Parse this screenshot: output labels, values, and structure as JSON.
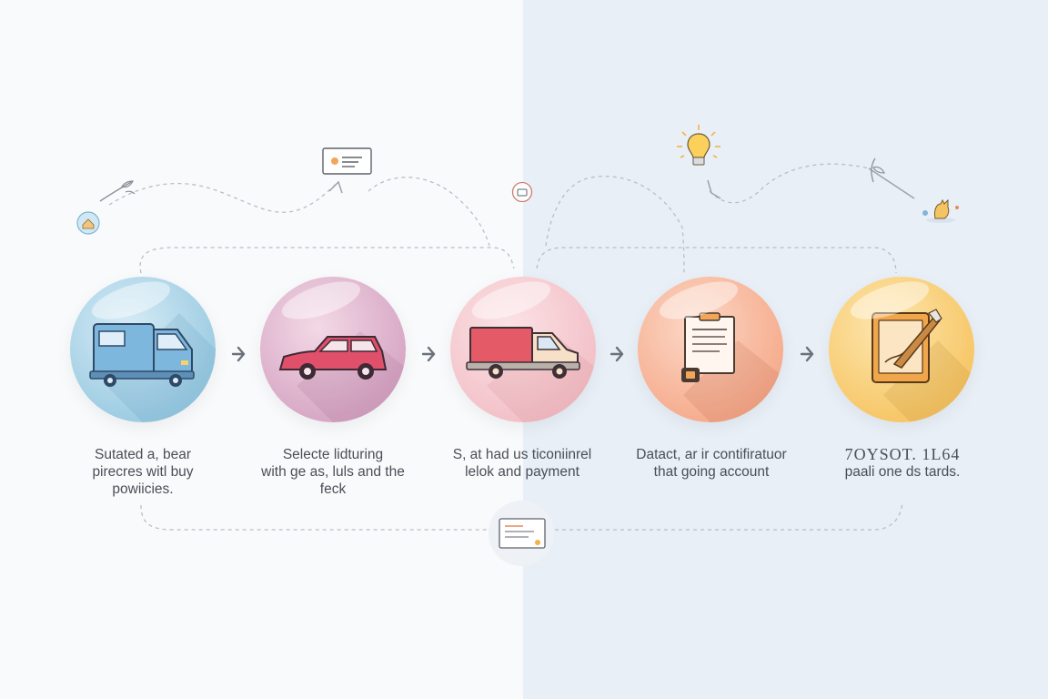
{
  "steps": [
    {
      "lines": [
        "Sutated a, bear",
        "pirecres witl buy",
        "powiicies."
      ],
      "icon": "van-icon",
      "color": "#9fcde3"
    },
    {
      "lines": [
        "Selecte lidturing",
        "with ge as, luls and the",
        "feck"
      ],
      "icon": "car-icon",
      "color": "#d8a9c6"
    },
    {
      "lines": [
        "S, at had us ticoniinrel",
        "lelok and payment"
      ],
      "icon": "truck-icon",
      "color": "#f3c2c9"
    },
    {
      "lines": [
        "Datact, ar ir contifiratuor",
        "that going account"
      ],
      "icon": "clipboard-icon",
      "color": "#f6ae90"
    },
    {
      "lines": [
        "7OYSOT. 1L64",
        "paali one ds tards."
      ],
      "icon": "tablet-pen-icon",
      "color": "#f7c86a"
    }
  ],
  "decorations": [
    "house-badge-icon",
    "card-note-icon",
    "badge-icon",
    "lightbulb-icon",
    "leaf-icon",
    "cat-icon",
    "payment-card-icon"
  ]
}
